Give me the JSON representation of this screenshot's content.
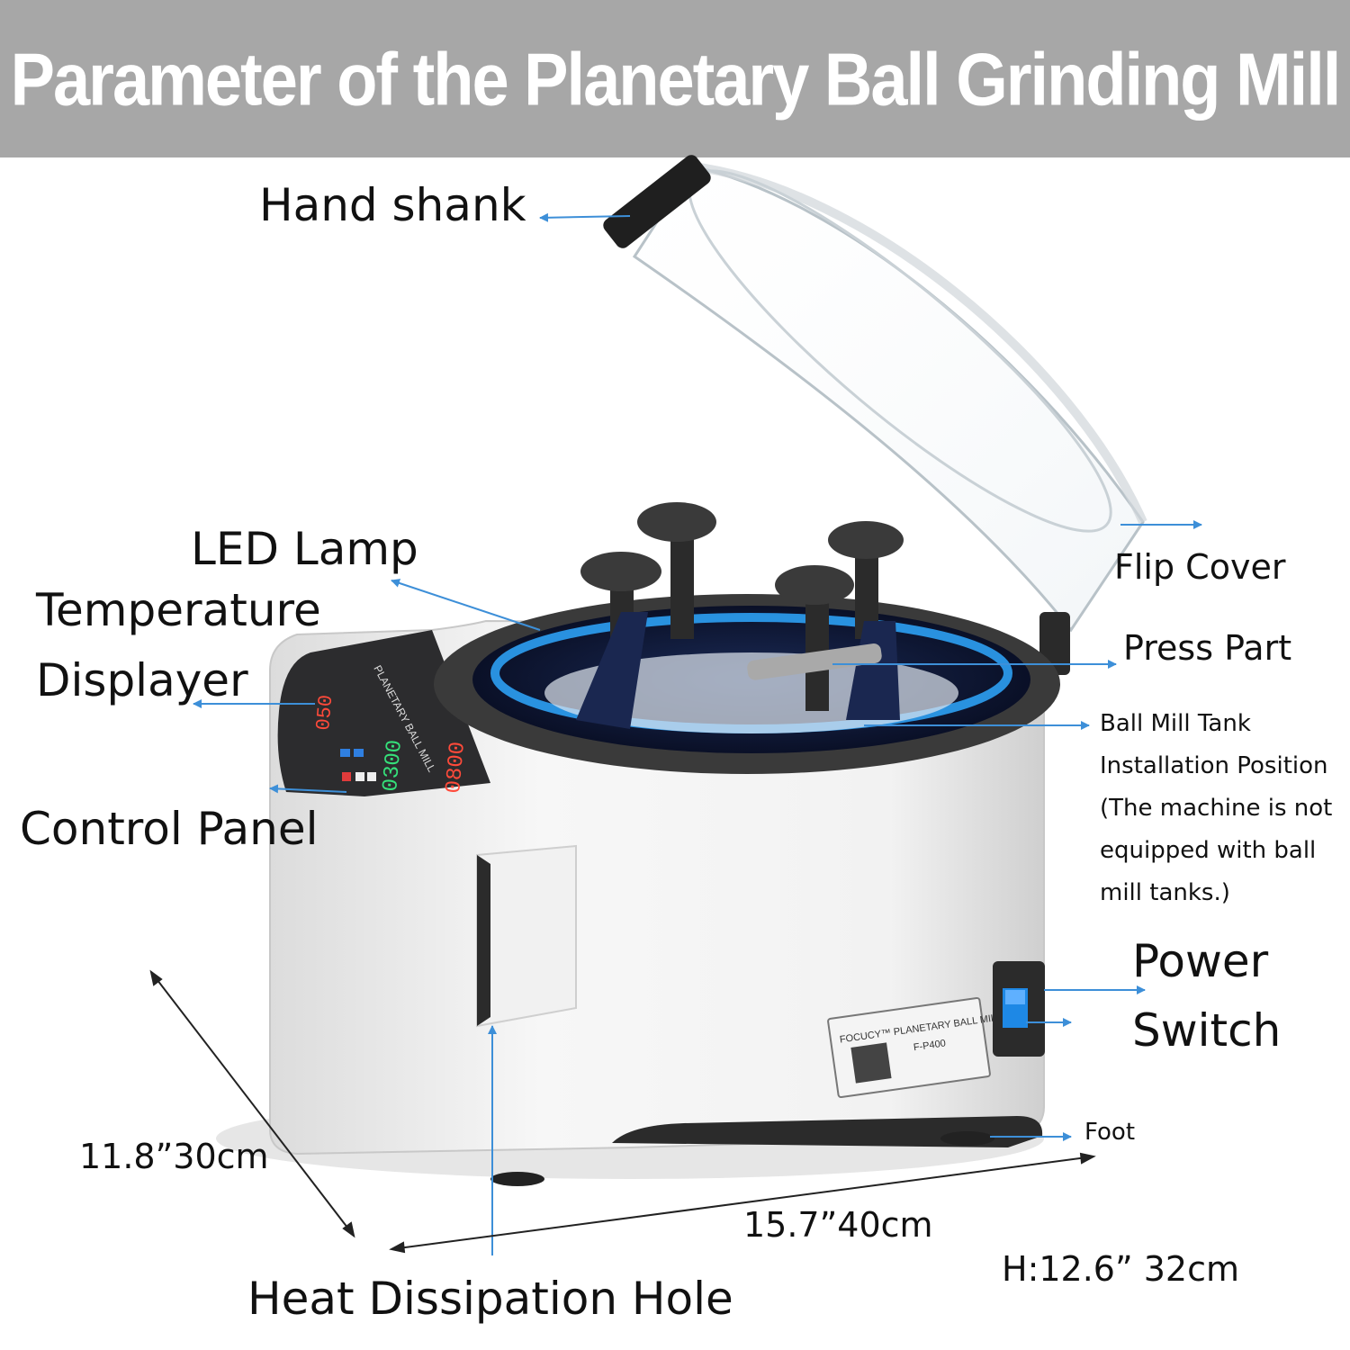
{
  "header": {
    "title": "Parameter of the Planetary Ball Grinding Mill"
  },
  "callouts": {
    "hand_shank": "Hand shank",
    "led_lamp": "LED Lamp",
    "temperature_displayer_1": "Temperature",
    "temperature_displayer_2": "Displayer",
    "control_panel": "Control Panel",
    "flip_cover": "Flip Cover",
    "press_part": "Press Part",
    "tank_position": [
      "Ball Mill Tank",
      "Installation Position",
      "(The machine is not",
      "equipped with ball",
      "mill tanks.)"
    ],
    "power_switch_1": "Power",
    "power_switch_2": "Switch",
    "foot": "Foot",
    "heat_dissipation_hole": "Heat Dissipation Hole"
  },
  "dimensions": {
    "depth": "11.8”30cm",
    "width": "15.7”40cm",
    "height": "H:12.6” 32cm"
  },
  "panel": {
    "brand_title": "PLANETARY BALL MILL",
    "display_temp": "050",
    "display_speed": "0300",
    "display_time": "0800"
  },
  "nameplate": {
    "title": "FOCUCY™ PLANETARY BALL MILL",
    "model": "F-P400"
  },
  "colors": {
    "arrow": "#3d8fd8",
    "banner": "#a7a7a7",
    "led_glow": "#2fa8ff"
  }
}
